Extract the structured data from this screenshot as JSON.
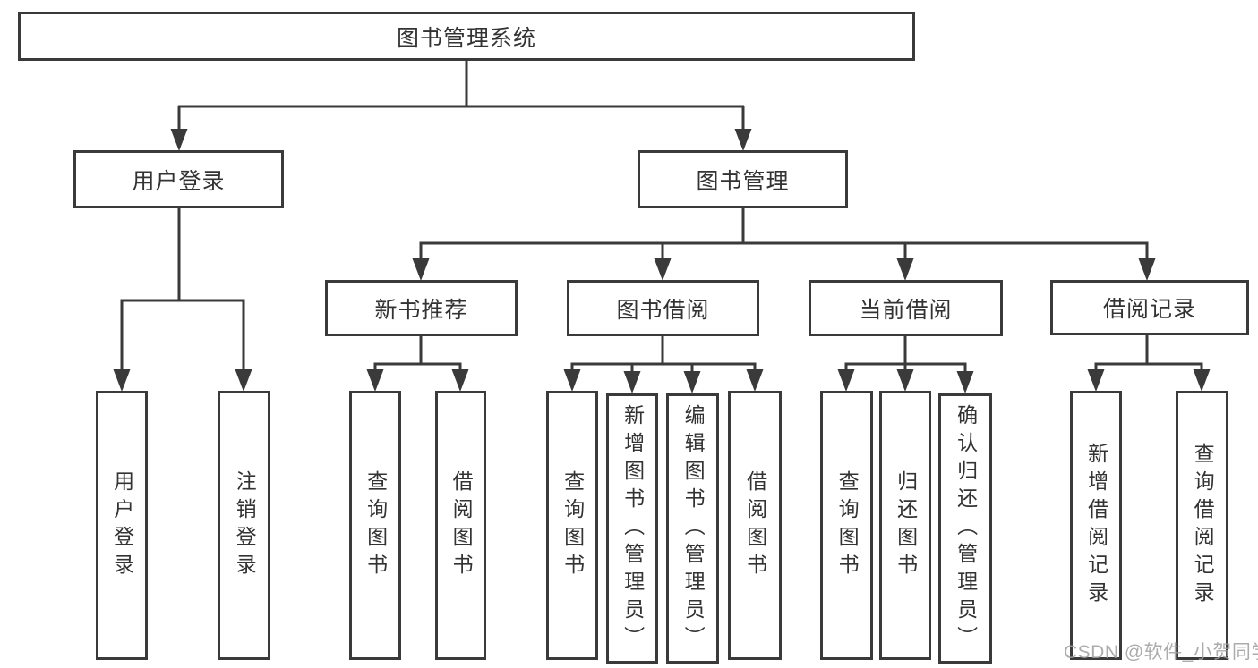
{
  "diagram": {
    "title": "图书管理系统",
    "colors": {
      "line": "#3a3a3a",
      "text": "#333333",
      "background": "#ffffff",
      "watermark": "#9e9e9e"
    },
    "root": {
      "label": "图书管理系统"
    },
    "level2": [
      {
        "label": "用户登录"
      },
      {
        "label": "图书管理"
      }
    ],
    "level3": [
      {
        "label": "新书推荐",
        "parent": "图书管理"
      },
      {
        "label": "图书借阅",
        "parent": "图书管理"
      },
      {
        "label": "当前借阅",
        "parent": "图书管理"
      },
      {
        "label": "借阅记录",
        "parent": "图书管理"
      }
    ],
    "leaves": [
      {
        "label": "用户登录",
        "parent": "用户登录"
      },
      {
        "label": "注销登录",
        "parent": "用户登录"
      },
      {
        "label": "查询图书",
        "parent": "新书推荐"
      },
      {
        "label": "借阅图书",
        "parent": "新书推荐"
      },
      {
        "label": "查询图书",
        "parent": "图书借阅"
      },
      {
        "label": "新增图书（管理员）",
        "parent": "图书借阅"
      },
      {
        "label": "编辑图书（管理员）",
        "parent": "图书借阅"
      },
      {
        "label": "借阅图书",
        "parent": "图书借阅"
      },
      {
        "label": "查询图书",
        "parent": "当前借阅"
      },
      {
        "label": "归还图书",
        "parent": "当前借阅"
      },
      {
        "label": "确认归还（管理员）",
        "parent": "当前借阅"
      },
      {
        "label": "新增借阅记录",
        "parent": "借阅记录"
      },
      {
        "label": "查询借阅记录",
        "parent": "借阅记录"
      }
    ],
    "watermark": "CSDN @软件_小贺同学"
  }
}
